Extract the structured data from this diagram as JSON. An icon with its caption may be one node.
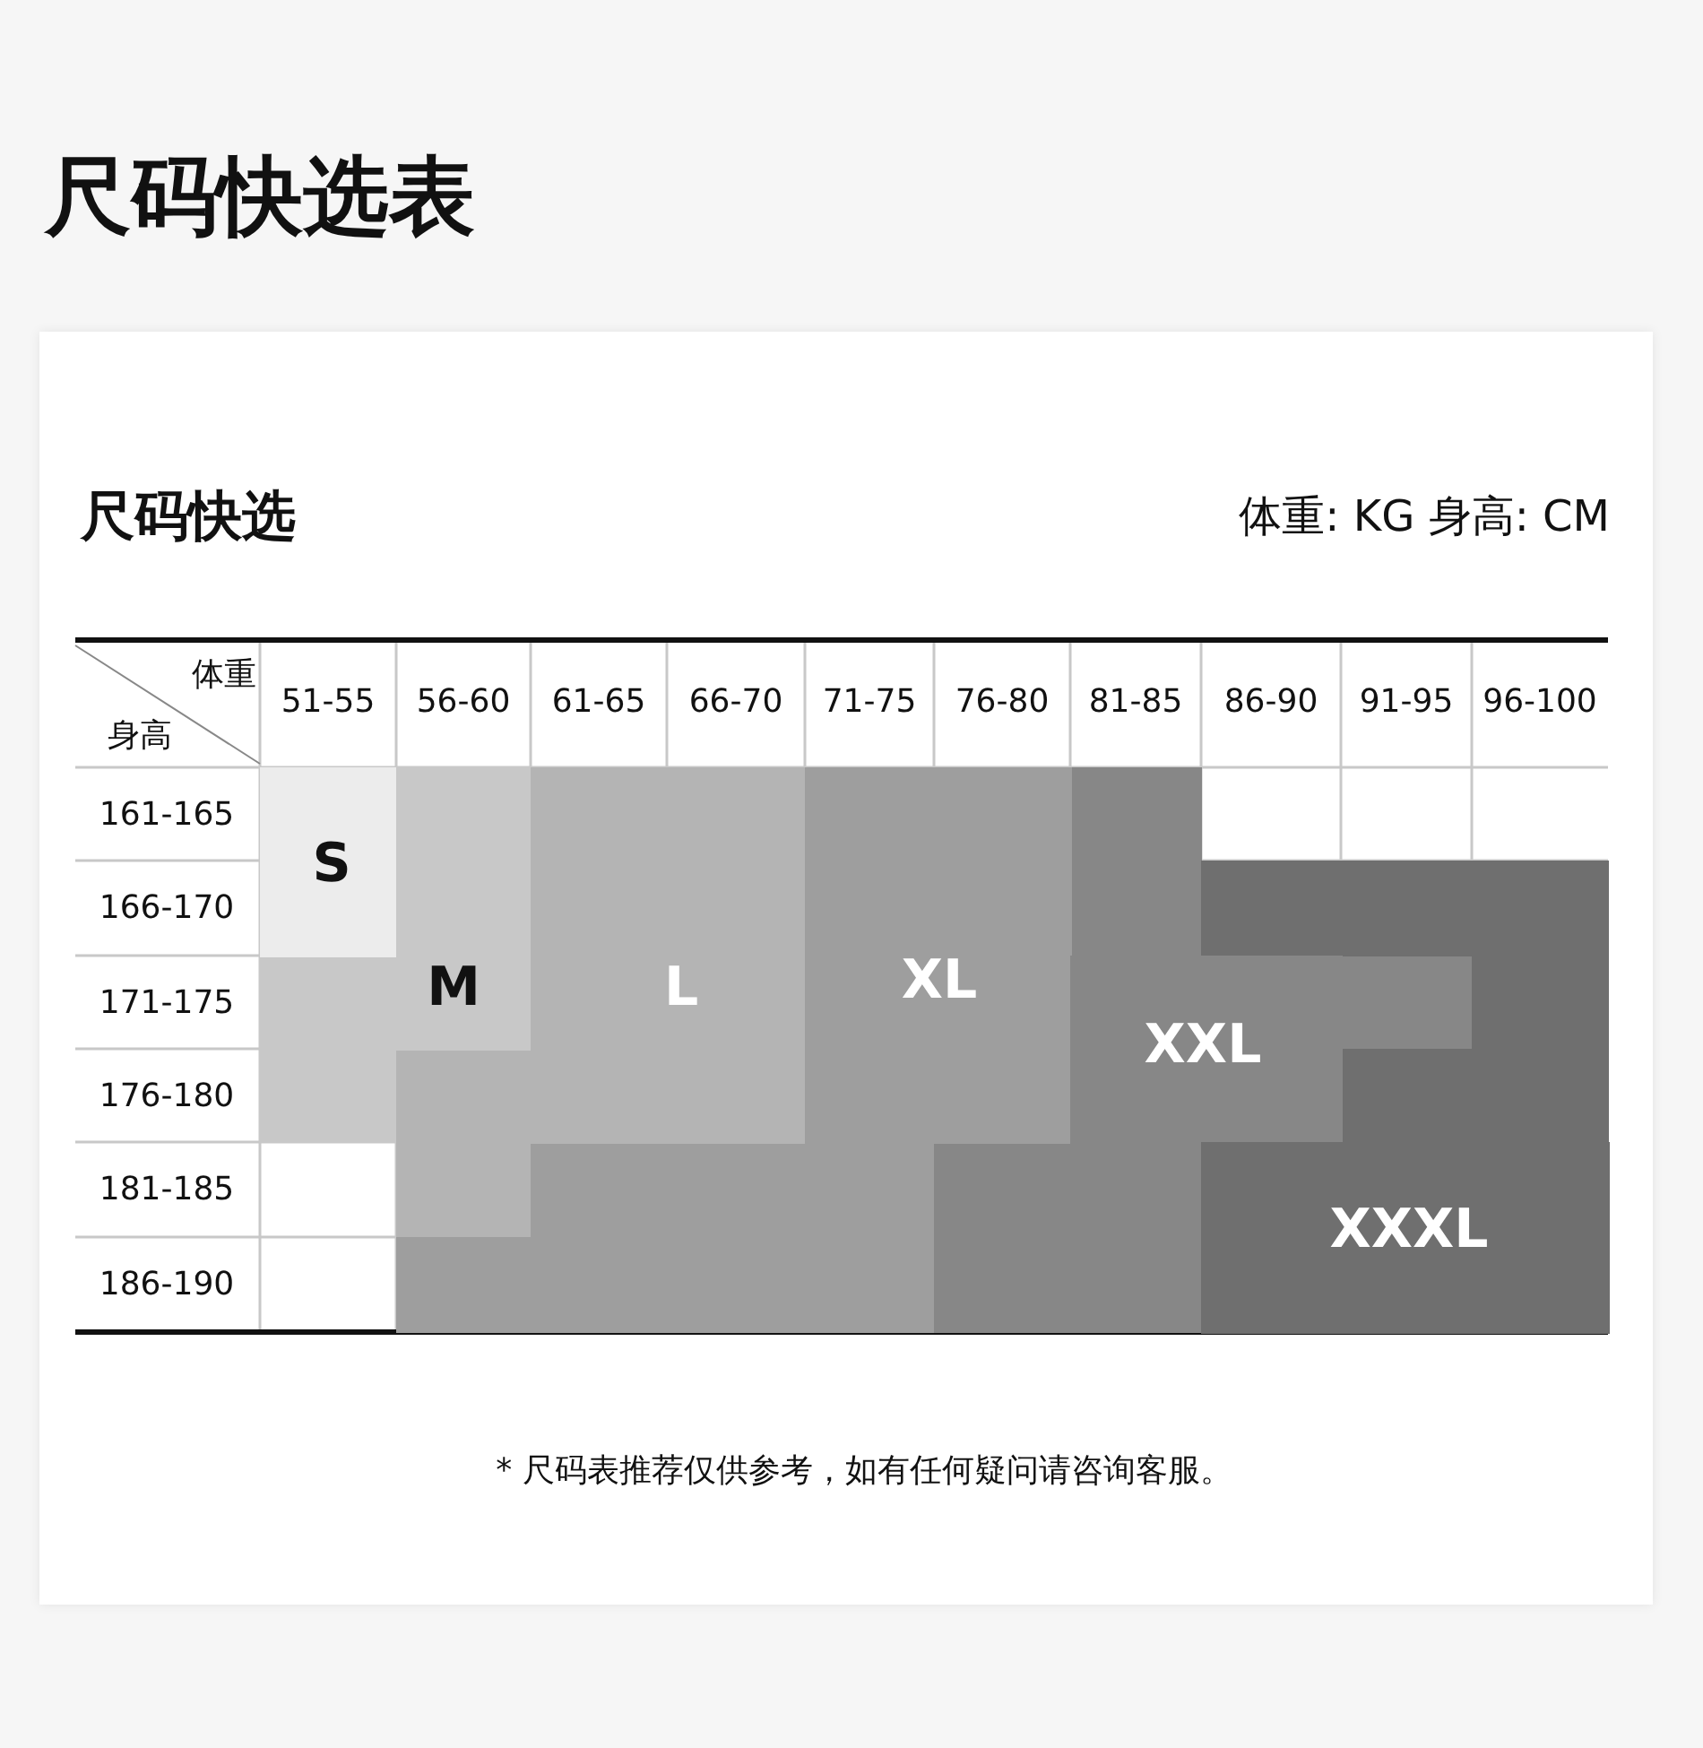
{
  "diagram": {
    "title": "尺码快选表",
    "nodes": [
      {
        "text": [
          "S"
        ]
      },
      {
        "text": [
          "M"
        ]
      },
      {
        "text": [
          "L"
        ]
      },
      {
        "text": [
          "XL"
        ]
      },
      {
        "text": [
          "XXL"
        ]
      },
      {
        "text": [
          "XXXL"
        ]
      }
    ],
    "labels": [
      "尺码快选",
      "体重: KG 身高: CM",
      "体重",
      "身高",
      "51-55",
      "56-60",
      "61-65",
      "66-70",
      "71-75",
      "76-80",
      "81-85",
      "86-90",
      "91-95",
      "96-100",
      "161-165",
      "166-170",
      "171-175",
      "176-180",
      "181-185",
      "186-190",
      "* 尺码表推荐仅供参考，如有任何疑问请咨询客服。"
    ]
  }
}
